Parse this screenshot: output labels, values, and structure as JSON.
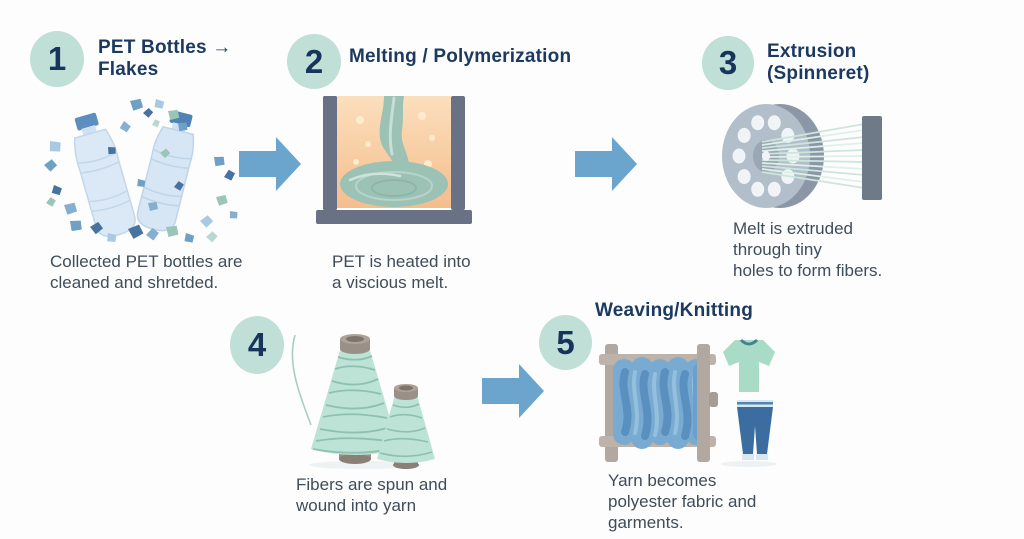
{
  "diagram": {
    "title": "PET bottle to polyester process",
    "steps": [
      {
        "number": "1",
        "title": "PET Bottles →\nFlakes",
        "caption": "Collected PET bottles are\ncleaned and shretded.",
        "illustration": "pet-bottles-and-flakes"
      },
      {
        "number": "2",
        "title": "Melting / Polymerization",
        "caption": "PET is heated into\na viscious melt.",
        "illustration": "melting-vat"
      },
      {
        "number": "3",
        "title": "Extrusion\n(Spinneret)",
        "caption": "Melt is extruded\nthrough tiny\nholes to form fibers.",
        "illustration": "spinneret-extruding-fibers"
      },
      {
        "number": "4",
        "title": "",
        "caption": "Fibers are spun and\nwound into yarn",
        "illustration": "yarn-spools"
      },
      {
        "number": "5",
        "title": "Weaving/Knitting",
        "caption": "Yarn becomes\npolyester fabric and\ngarments.",
        "illustration": "loom-with-fabric-and-garments"
      }
    ],
    "colors": {
      "badge_fill": "#c0dfd7",
      "badge_number": "#16345c",
      "title_text": "#1c3a60",
      "caption_text": "#3f4c5a",
      "arrow": "#6ba4cd",
      "background": "#fdfdfd"
    }
  }
}
